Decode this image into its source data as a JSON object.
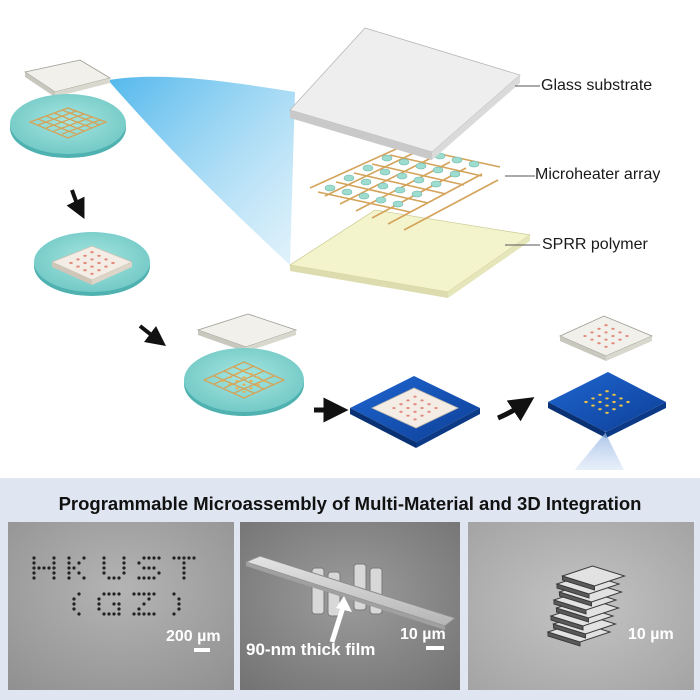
{
  "layer_labels": {
    "glass": "Glass substrate",
    "heater": "Microheater array",
    "polymer": "SPRR polymer"
  },
  "panel": {
    "title": "Programmable Microassembly of Multi-Material and 3D Integration"
  },
  "images": [
    {
      "text_line1": "HKUST",
      "text_line2": "(GZ)",
      "scale_label": "200 µm"
    },
    {
      "annotation": "90-nm thick film",
      "scale_label": "10 µm"
    },
    {
      "scale_label": "10 µm"
    }
  ],
  "colors": {
    "wafer": "#8fd9d5",
    "heater": "#d4a35a",
    "glass": "#e8e8e4",
    "polymer": "#f2f2c6",
    "blue_substrate": "#1450b4",
    "panel_bg": "#dfe6f1",
    "sem_gray": "#8a8a8a"
  }
}
